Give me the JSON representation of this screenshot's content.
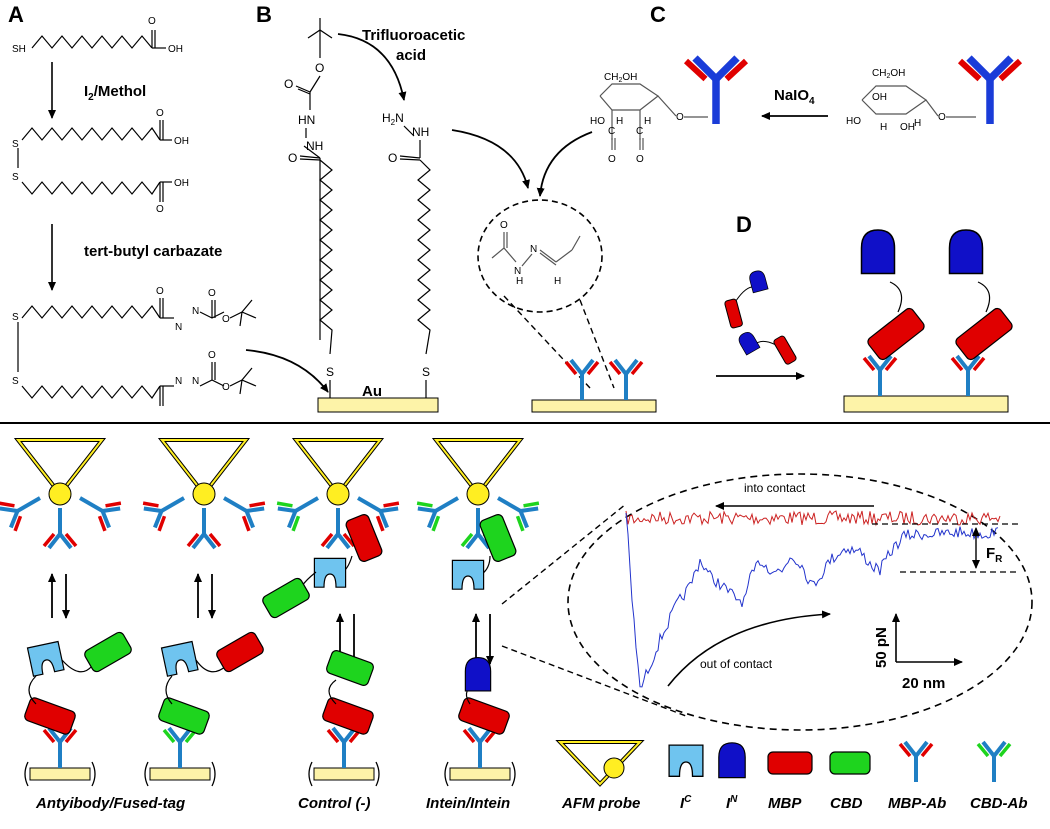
{
  "panels": {
    "a": {
      "letter": "A",
      "reagent1": "I",
      "reagent1_sub": "2",
      "reagent1_rest": "/Methol",
      "reagent2": "tert-butyl carbazate"
    },
    "b": {
      "letter": "B",
      "reagent_line1": "Trifluoroacetic",
      "reagent_line2": "acid",
      "surface": "Au"
    },
    "c": {
      "letter": "C",
      "reagent": "NaIO",
      "reagent_sub": "4"
    },
    "d": {
      "letter": "D"
    }
  },
  "chem_labels": {
    "sh": "SH",
    "oh": "OH",
    "o": "O",
    "s": "S",
    "nh": "NH",
    "hn": "HN",
    "h2n": "H",
    "h2n_sub": "2",
    "h2n_rest": "N",
    "ch2oh": "CH",
    "ch2oh_sub": "2",
    "ch2oh_rest": "OH",
    "ho": "HO",
    "h": "H",
    "c": "C",
    "n": "N",
    "n2": "N"
  },
  "afm_plot": {
    "into_contact": "into contact",
    "out_of_contact": "out of contact",
    "force_label": "F",
    "force_sub": "R",
    "scale_y": "50 pN",
    "scale_x": "20 nm",
    "approach_color": "#cc2222",
    "retract_color": "#2233cc"
  },
  "conditions": [
    {
      "label": "Antyibody/Fused-tag"
    },
    {
      "label": "Control (-)"
    },
    {
      "label": "Intein/Intein"
    }
  ],
  "legend": {
    "items": [
      {
        "label": "AFM probe"
      },
      {
        "label": "I",
        "sup": "C"
      },
      {
        "label": "I",
        "sup": "N"
      },
      {
        "label": "MBP"
      },
      {
        "label": "CBD"
      },
      {
        "label": "MBP-Ab"
      },
      {
        "label": "CBD-Ab"
      }
    ]
  },
  "colors": {
    "antibody_blue": "#1f7fc4",
    "mbp_red": "#e00000",
    "cbd_green": "#1ed41e",
    "ic_lightblue": "#6fc4ef",
    "in_darkblue": "#1010c8",
    "probe_yellow": "#ffee22",
    "substrate": "#fdf3a8"
  }
}
